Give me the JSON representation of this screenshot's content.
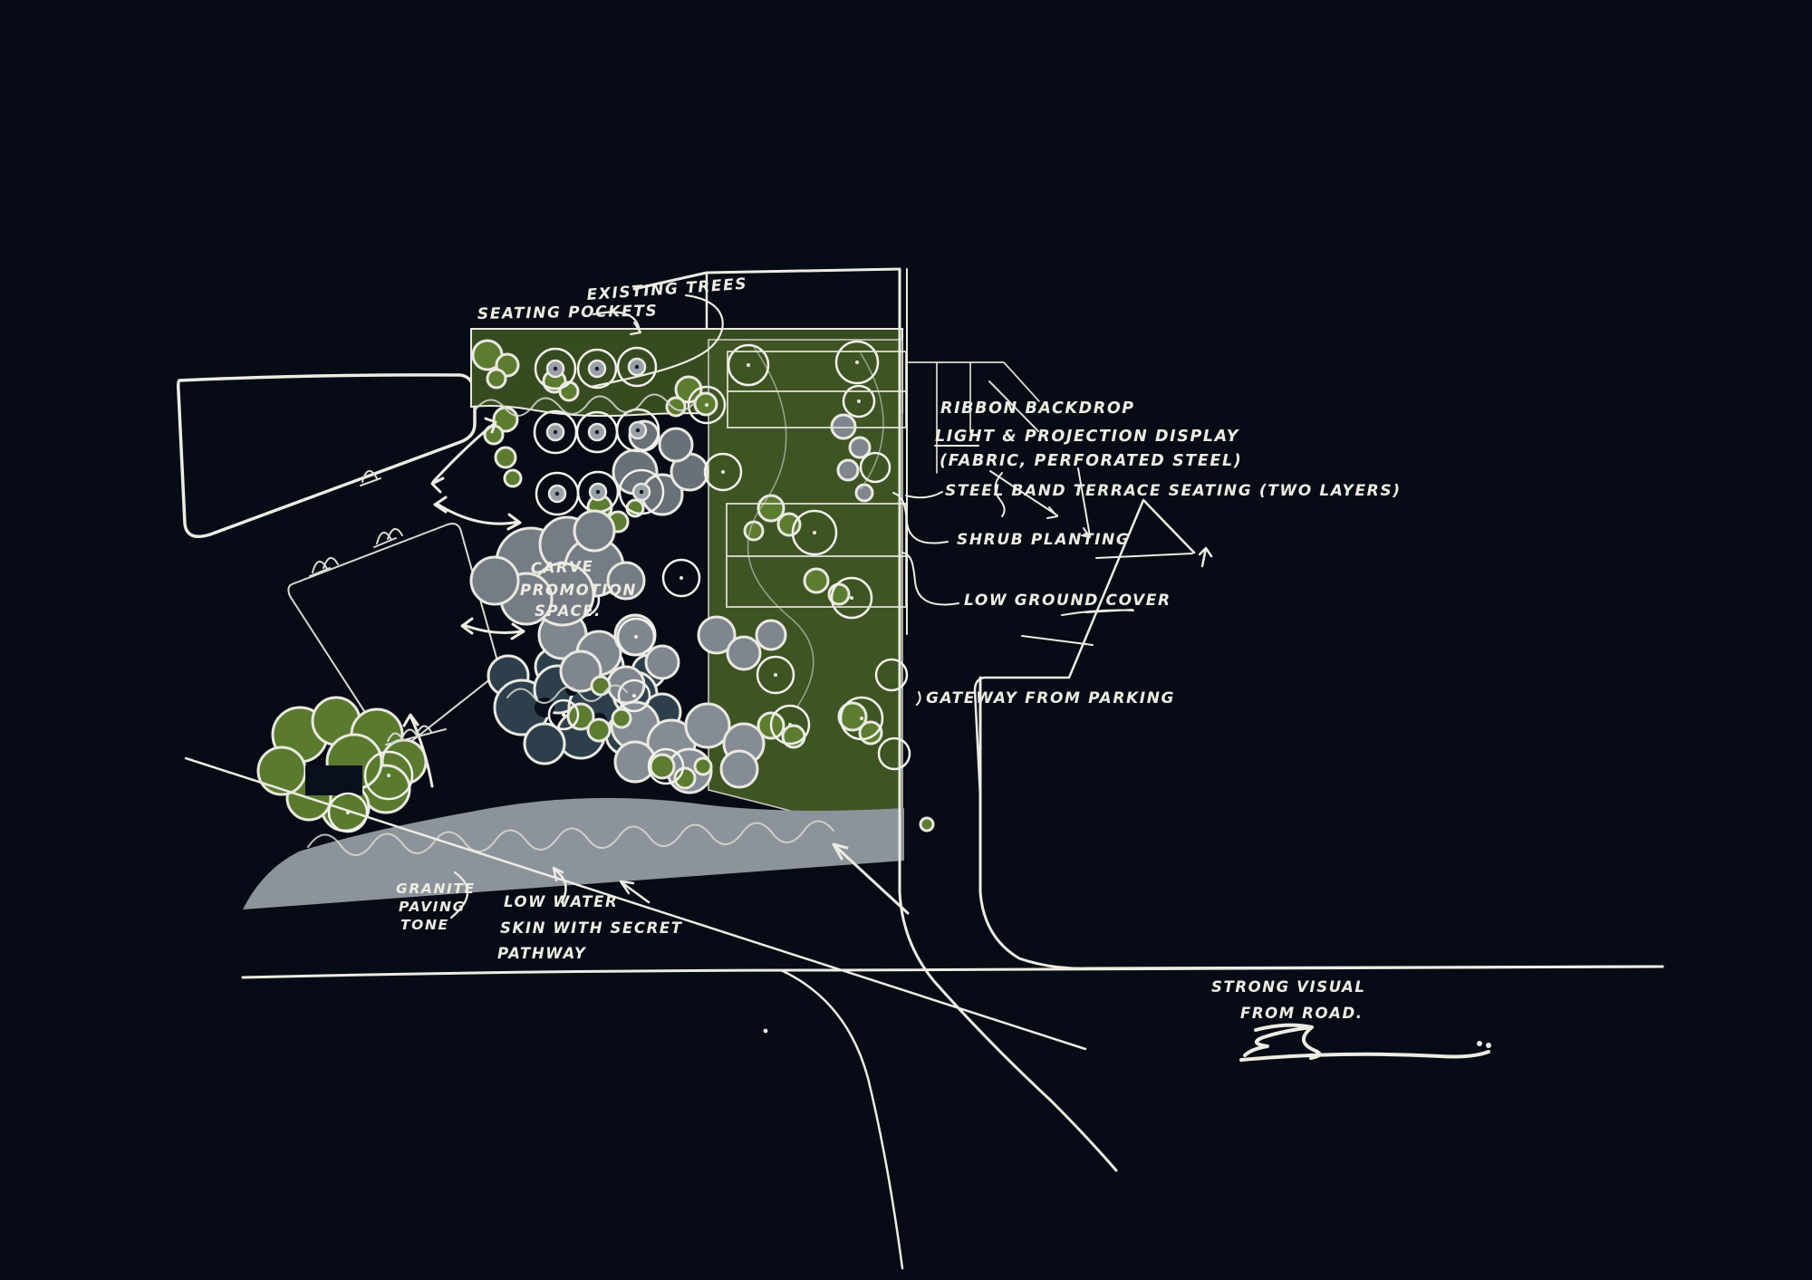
{
  "title": "landscape-concept-plan-sketch",
  "palette": {
    "background": "#060b15",
    "planting_dark": "#374b20",
    "planting_block": "#3e5423",
    "planting_light": "#5c7c30",
    "paving_gray": "#80868e",
    "promotion_gray": "#767c84",
    "granite_gray": "#8d939a",
    "water_teal": "#2c3f4b",
    "ink_white": "#edece3"
  },
  "annotations": {
    "seating_pockets": {
      "label": "SEATING POCKETS"
    },
    "existing_trees": {
      "label": "EXISTING TREES"
    },
    "ribbon_backdrop": {
      "line1": "RIBBON BACKDROP",
      "line2": "LIGHT & PROJECTION DISPLAY",
      "line3": "(FABRIC, PERFORATED STEEL)"
    },
    "steel_band": {
      "label": "STEEL BAND TERRACE SEATING (TWO LAYERS)"
    },
    "shrub_planting": {
      "label": "SHRUB PLANTING"
    },
    "low_ground_cover": {
      "label": "LOW GROUND COVER"
    },
    "gateway_from_parking": {
      "label": "GATEWAY FROM PARKING"
    },
    "carve_promotion_space": {
      "line1": "CARVE",
      "line2": "PROMOTION",
      "line3": "SPACE."
    },
    "granite_paving_tone": {
      "line1": "GRANITE",
      "line2": "PAVING",
      "line3": "TONE"
    },
    "low_water_skin": {
      "line1": "LOW WATER",
      "line2": "SKIN WITH SECRET",
      "line3": "PATHWAY"
    },
    "strong_visual": {
      "line1": "STRONG VISUAL",
      "line2": "FROM ROAD."
    }
  }
}
